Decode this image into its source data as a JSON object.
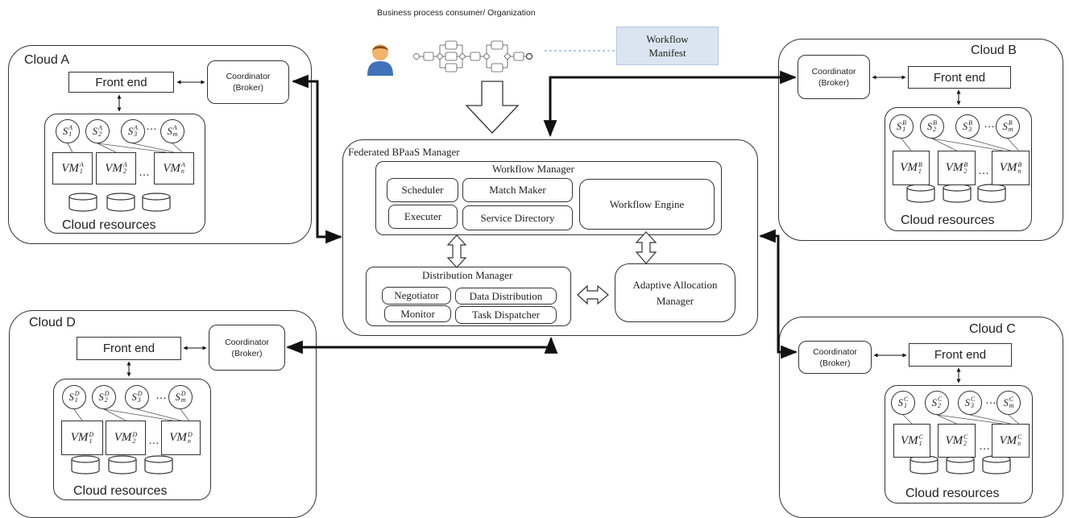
{
  "header": {
    "consumer_label": "Business process consumer/ Organization"
  },
  "manifest": {
    "label": "Workflow Manifest"
  },
  "colors": {
    "manifest_fill": "#dbe5f1",
    "manifest_border": "#b4c7e7",
    "manifest_link": "#5b9bd5",
    "user_body": "#3f72b8",
    "user_head": "#f2b36b"
  },
  "federated": {
    "title": "Federated BPaaS Manager",
    "workflow_manager": {
      "title": "Workflow Manager",
      "scheduler": "Scheduler",
      "match_maker": "Match Maker",
      "executer": "Executer",
      "service_directory": "Service Directory",
      "workflow_engine": "Workflow Engine"
    },
    "distribution_manager": {
      "title": "Distribution Manager",
      "negotiator": "Negotiator",
      "data_distribution": "Data Distribution",
      "monitor": "Monitor",
      "task_dispatcher": "Task Dispatcher"
    },
    "adaptive": "Adaptive Allocation Manager"
  },
  "clouds": {
    "a": {
      "name": "Cloud A",
      "front_end": "Front end",
      "coordinator": "Coordinator (Broker)",
      "resources": "Cloud resources",
      "letter": "A"
    },
    "b": {
      "name": "Cloud B",
      "front_end": "Front end",
      "coordinator": "Coordinator (Broker)",
      "resources": "Cloud resources",
      "letter": "B"
    },
    "c": {
      "name": "Cloud C",
      "front_end": "Front end",
      "coordinator": "Coordinator (Broker)",
      "resources": "Cloud resources",
      "letter": "C"
    },
    "d": {
      "name": "Cloud D",
      "front_end": "Front end",
      "coordinator": "Coordinator (Broker)",
      "resources": "Cloud resources",
      "letter": "D"
    }
  },
  "notation": {
    "service_symbol": "S",
    "vm_symbol": "VM",
    "service_subscripts": [
      "1",
      "2",
      "3",
      "m"
    ],
    "vm_subscripts": [
      "1",
      "2",
      "n"
    ],
    "ellipsis": "…"
  }
}
